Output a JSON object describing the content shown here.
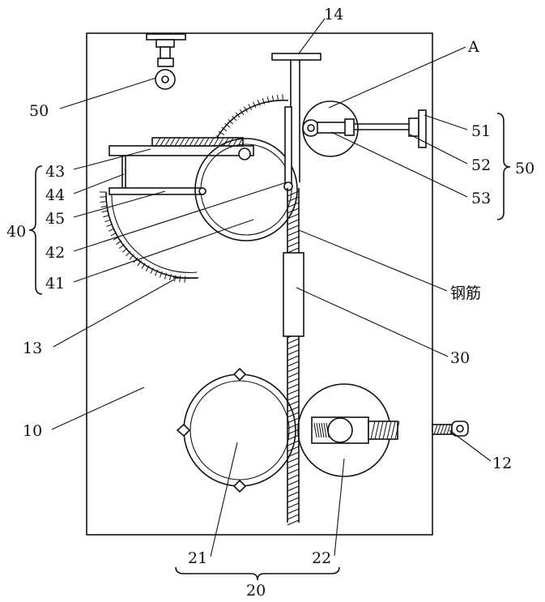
{
  "diagram": {
    "labels": {
      "frame": "10",
      "bracket": "12",
      "arc_blade": "13",
      "top_plate": "14",
      "roller_assembly": "20",
      "drive_roller": "21",
      "pressure_roller": "22",
      "guide_sleeve": "30",
      "bending_assembly": "40",
      "bending_wheel": "41",
      "pivot_arm": "42",
      "upper_plate": "43",
      "connector": "44",
      "lower_bar": "45",
      "clamp_assembly_left": "50",
      "clamp_assembly_right": "50",
      "clamp_part_1": "51",
      "clamp_part_2": "52",
      "clamp_part_3": "53",
      "detail": "A",
      "rebar": "钢筋"
    }
  }
}
